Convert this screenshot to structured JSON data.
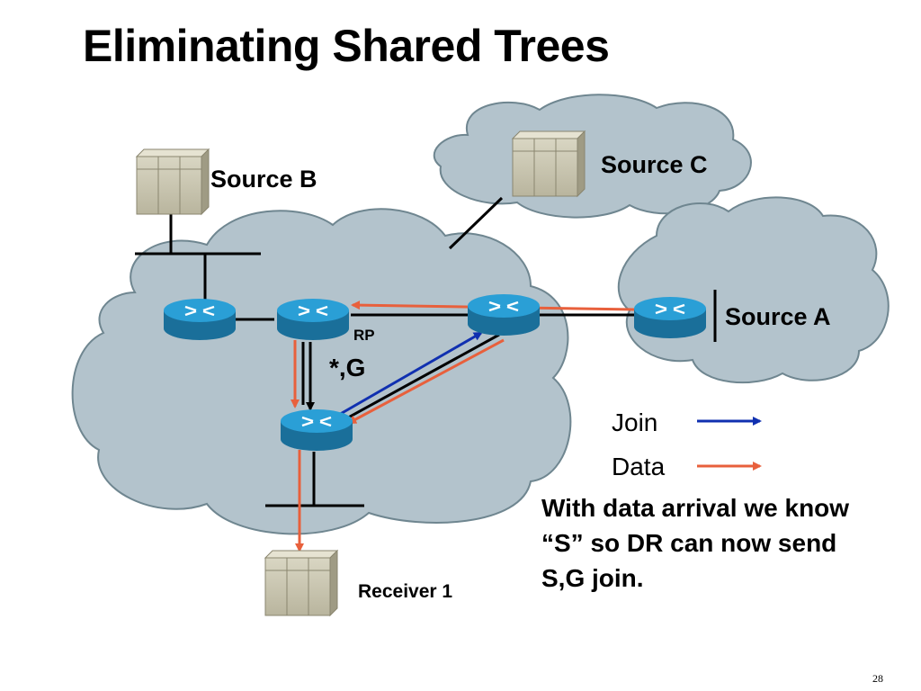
{
  "title": "Eliminating Shared Trees",
  "labels": {
    "source_b": "Source B",
    "source_c": "Source C",
    "source_a": "Source A",
    "rp": "RP",
    "star_g": "*,G",
    "receiver": "Receiver 1"
  },
  "legend": {
    "join": "Join",
    "data": "Data",
    "join_color": "#1030b0",
    "data_color": "#e8603c"
  },
  "note": "With data arrival we know “S” so DR can now send S,G join.",
  "page_number": "28",
  "colors": {
    "cloud_fill": "#b3c3cc",
    "cloud_stroke": "#6f8690",
    "router": "#1f8fc4",
    "server": "#cbc7b2"
  }
}
